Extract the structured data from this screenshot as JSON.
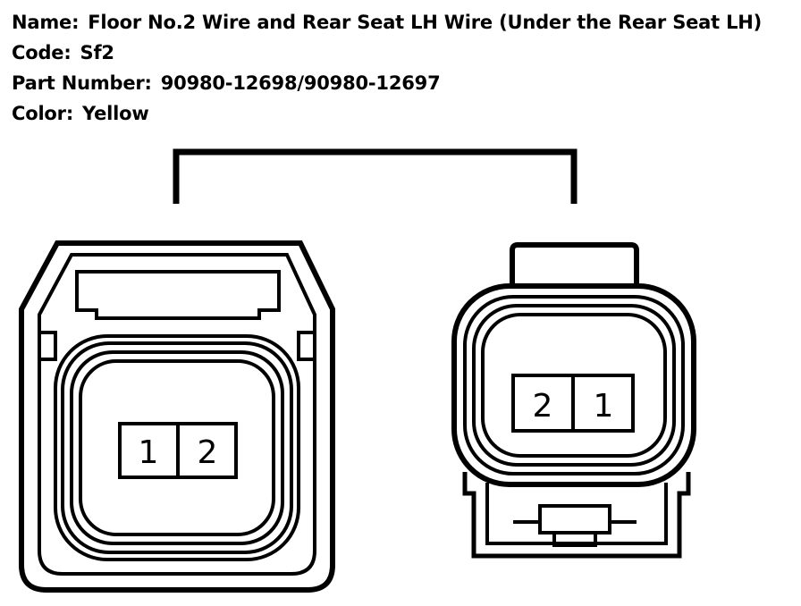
{
  "header": {
    "name_label": "Name:",
    "name_value": "Floor No.2 Wire and Rear Seat LH Wire (Under the Rear Seat LH)",
    "code_label": "Code:",
    "code_value": "Sf2",
    "part_label": "Part Number:",
    "part_value": "90980-12698/90980-12697",
    "color_label": "Color:",
    "color_value": "Yellow"
  },
  "connectors": {
    "left": {
      "pins": [
        "1",
        "2"
      ]
    },
    "right": {
      "pins": [
        "2",
        "1"
      ]
    }
  }
}
